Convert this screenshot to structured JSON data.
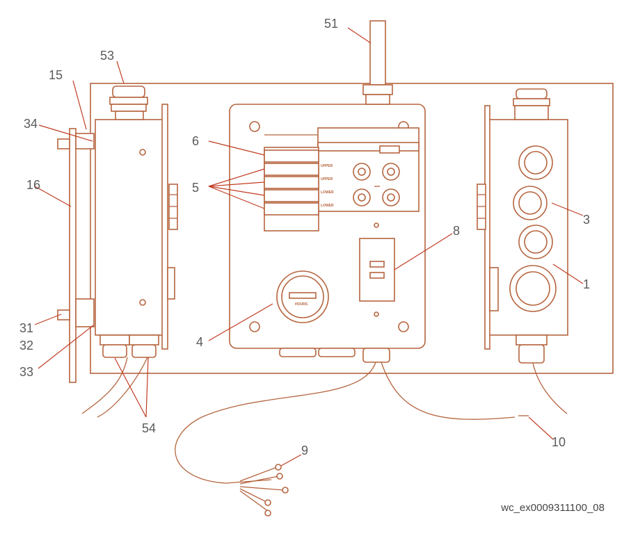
{
  "callouts": {
    "c53": "53",
    "c15": "15",
    "c34": "34",
    "c16": "16",
    "c31": "31",
    "c32": "32",
    "c33": "33",
    "c54": "54",
    "c51": "51",
    "c6": "6",
    "c5": "5",
    "c8": "8",
    "c4": "4",
    "c3": "3",
    "c1": "1",
    "c9": "9",
    "c10": "10"
  },
  "figure_ref": "wc_ex0009311100_08",
  "colors": {
    "line": "#b5643e",
    "leader": "#c23b22",
    "label": "#5a5a5a"
  }
}
